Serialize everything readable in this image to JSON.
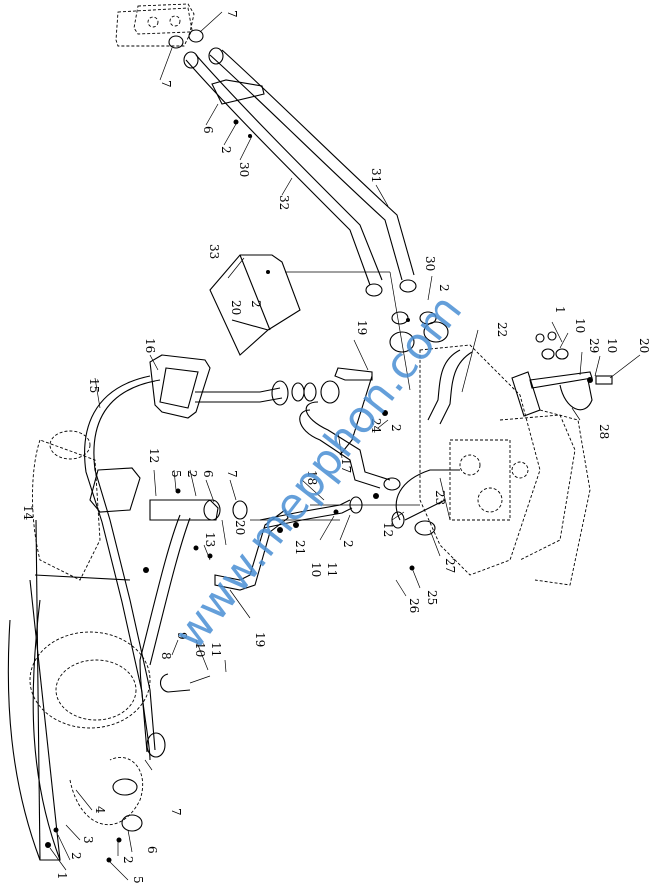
{
  "diagram": {
    "type": "exploded-parts-drawing",
    "orientation": "rotated-90",
    "callouts": [
      "1",
      "2",
      "3",
      "4",
      "5",
      "6",
      "7",
      "8",
      "9",
      "10",
      "11",
      "12",
      "13",
      "14",
      "15",
      "16",
      "17",
      "18",
      "19",
      "20",
      "21",
      "22",
      "23",
      "24",
      "25",
      "26",
      "27",
      "28",
      "29",
      "30",
      "31",
      "32",
      "33"
    ],
    "labels": [
      {
        "id": "c7a",
        "text": "7"
      },
      {
        "id": "c7b",
        "text": "7"
      },
      {
        "id": "c6a",
        "text": "6"
      },
      {
        "id": "c2a",
        "text": "2"
      },
      {
        "id": "c30a",
        "text": "30"
      },
      {
        "id": "c32",
        "text": "32"
      },
      {
        "id": "c31",
        "text": "31"
      },
      {
        "id": "c33",
        "text": "33"
      },
      {
        "id": "c20a",
        "text": "20"
      },
      {
        "id": "c2b",
        "text": "2"
      },
      {
        "id": "c30b",
        "text": "30"
      },
      {
        "id": "c2c",
        "text": "2"
      },
      {
        "id": "c1a",
        "text": "1"
      },
      {
        "id": "c10a",
        "text": "10"
      },
      {
        "id": "c29",
        "text": "29"
      },
      {
        "id": "c10b",
        "text": "10"
      },
      {
        "id": "c20b",
        "text": "20"
      },
      {
        "id": "c28",
        "text": "28"
      },
      {
        "id": "c22",
        "text": "22"
      },
      {
        "id": "c19a",
        "text": "19"
      },
      {
        "id": "c16",
        "text": "16"
      },
      {
        "id": "c15",
        "text": "15"
      },
      {
        "id": "c24",
        "text": "24"
      },
      {
        "id": "c2d",
        "text": "2"
      },
      {
        "id": "c17",
        "text": "17"
      },
      {
        "id": "c18",
        "text": "18"
      },
      {
        "id": "c23",
        "text": "23"
      },
      {
        "id": "c12a",
        "text": "12"
      },
      {
        "id": "c12b",
        "text": "12"
      },
      {
        "id": "c5a",
        "text": "5"
      },
      {
        "id": "c2e",
        "text": "2"
      },
      {
        "id": "c6b",
        "text": "6"
      },
      {
        "id": "c7c",
        "text": "7"
      },
      {
        "id": "c20c",
        "text": "20"
      },
      {
        "id": "c13",
        "text": "13"
      },
      {
        "id": "c14",
        "text": "14"
      },
      {
        "id": "c10c",
        "text": "10"
      },
      {
        "id": "c11a",
        "text": "11"
      },
      {
        "id": "c21a",
        "text": "21"
      },
      {
        "id": "c2f",
        "text": "2"
      },
      {
        "id": "c27",
        "text": "27"
      },
      {
        "id": "c25",
        "text": "25"
      },
      {
        "id": "c26",
        "text": "26"
      },
      {
        "id": "c19b",
        "text": "19"
      },
      {
        "id": "c9",
        "text": "9"
      },
      {
        "id": "c8",
        "text": "8"
      },
      {
        "id": "c10d",
        "text": "10"
      },
      {
        "id": "c11b",
        "text": "11"
      },
      {
        "id": "c7d",
        "text": "7"
      },
      {
        "id": "c4",
        "text": "4"
      },
      {
        "id": "c3",
        "text": "3"
      },
      {
        "id": "c2g",
        "text": "2"
      },
      {
        "id": "c1b",
        "text": "1"
      },
      {
        "id": "c2h",
        "text": "2"
      },
      {
        "id": "c6c",
        "text": "6"
      },
      {
        "id": "c5b",
        "text": "5"
      }
    ]
  },
  "watermark": {
    "text": "www.mepphon.com",
    "color": "#4a8fd4"
  }
}
